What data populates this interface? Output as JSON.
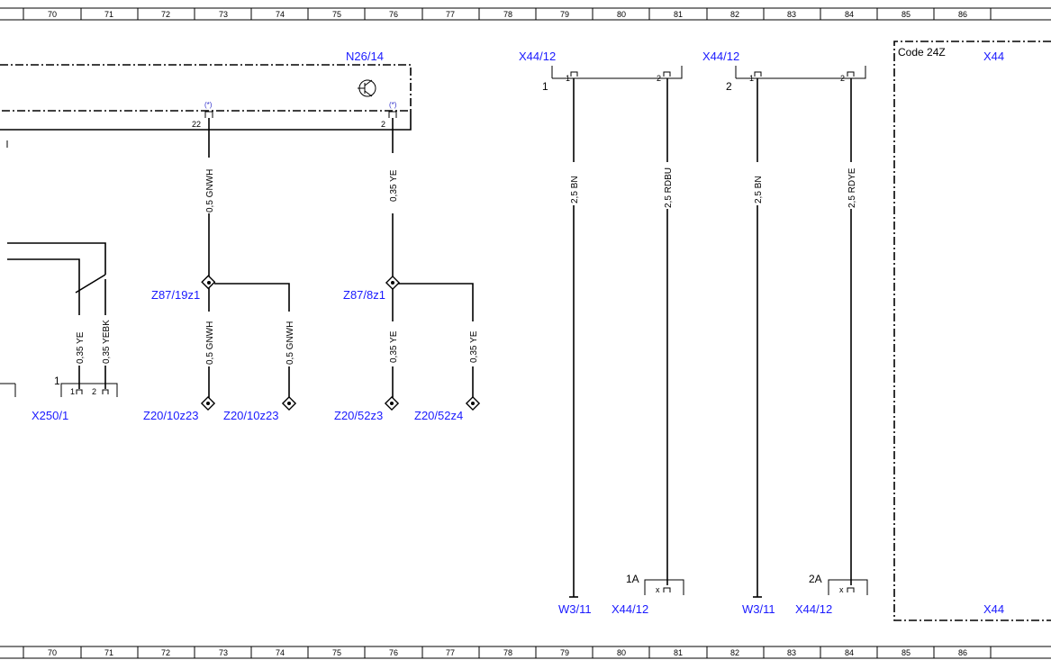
{
  "ruler": {
    "columns": [
      "70",
      "71",
      "72",
      "73",
      "74",
      "75",
      "76",
      "77",
      "78",
      "79",
      "80",
      "81",
      "82",
      "83",
      "84",
      "85",
      "86"
    ]
  },
  "components": {
    "n26": "N26/14",
    "x44_12_a": "X44/12",
    "x44_12_b": "X44/12",
    "code_box": "Code 24Z",
    "x44_top": "X44",
    "x44_bottom": "X44",
    "x250": "X250/1",
    "z87_19z1": "Z87/19z1",
    "z87_8z1": "Z87/8z1",
    "z20_10z23_a": "Z20/10z23",
    "z20_10z23_b": "Z20/10z23",
    "z20_52z3": "Z20/52z3",
    "z20_52z4": "Z20/52z4",
    "w3_a": "W3/11",
    "x44_12_bot_a": "X44/12",
    "w3_b": "W3/11",
    "x44_12_bot_b": "X44/12"
  },
  "wires": {
    "n26_pin22": "0,5 GNWH",
    "n26_pin2": "0,35 YE",
    "x250_1": "0,35 YE",
    "x250_2": "0,35 YEBK",
    "z87_19_down": "0,5 GNWH",
    "z87_19_branch": "0,5 GNWH",
    "z87_8_down": "0,35 YE",
    "z87_8_branch": "0,35 YE",
    "x44a_1": "2,5 BN",
    "x44a_2": "2,5 RDBU",
    "x44b_1": "2,5 BN",
    "x44b_2": "2,5 RDYE"
  },
  "pins": {
    "n26_a": "22",
    "n26_b": "2",
    "n26_mark_a": "(*)",
    "n26_mark_b": "(*)",
    "x44a_conn": "1",
    "x44a_p1": "1",
    "x44a_p2": "2",
    "x44b_conn": "2",
    "x44b_p1": "1",
    "x44b_p2": "2",
    "x250_conn": "1",
    "x250_p1": "1",
    "x250_p2": "2",
    "bot_1a": "1A",
    "bot_2a": "2A",
    "bot_x1": "x",
    "bot_x2": "x"
  }
}
